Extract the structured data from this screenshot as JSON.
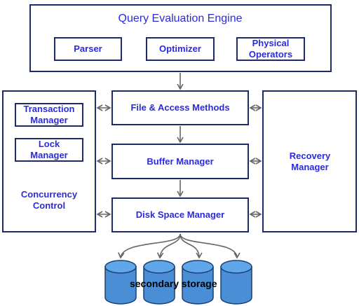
{
  "engine": {
    "title": "Query Evaluation Engine",
    "parser": "Parser",
    "optimizer": "Optimizer",
    "physical_operators": "Physical Operators"
  },
  "layers": {
    "file_access": "File & Access Methods",
    "buffer_manager": "Buffer Manager",
    "disk_space_manager": "Disk Space Manager"
  },
  "concurrency": {
    "transaction_manager": "Transaction Manager",
    "lock_manager": "Lock Manager",
    "label": "Concurrency Control"
  },
  "recovery": {
    "label": "Recovery Manager"
  },
  "storage": {
    "label": "secondary storage",
    "disk_count": 4
  },
  "colors": {
    "box_border": "#1f2a6b",
    "text": "#2b2bd9",
    "arrow": "#666666",
    "disk_fill": "#4a8fd6",
    "disk_top": "#5fa6ea",
    "disk_stroke": "#1d3f70"
  }
}
